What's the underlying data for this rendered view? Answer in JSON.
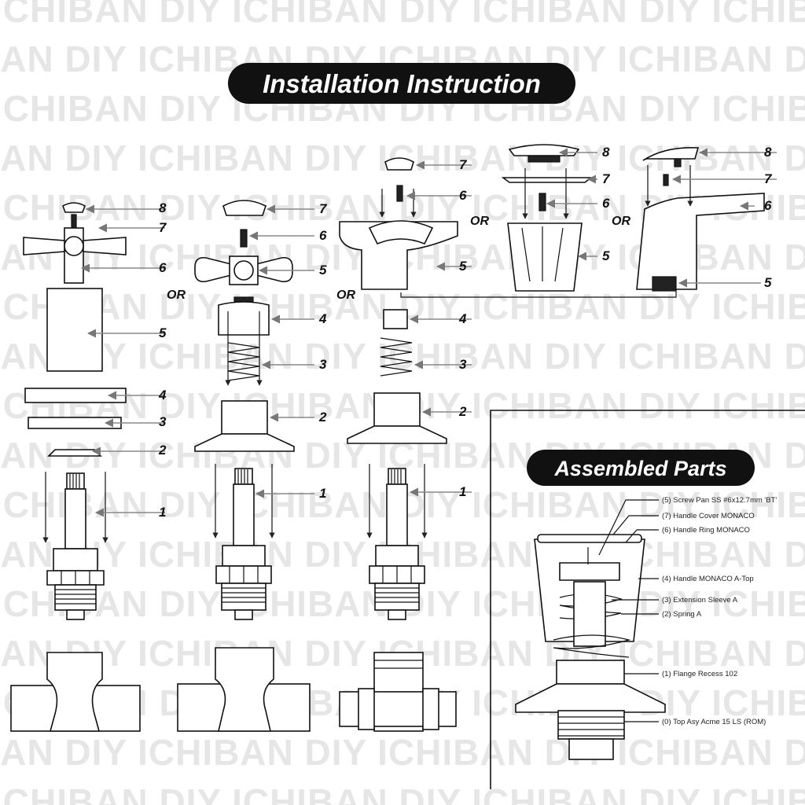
{
  "watermark": "ICHIBAN DIY",
  "header": {
    "title": "Installation Instruction"
  },
  "assembled": {
    "title": "Assembled Parts",
    "labels": [
      "(5)  Screw Pan SS #6x12.7mm 'BT'",
      "(7)  Handle Cover MONACO",
      "(6)  Handle Ring MONACO",
      "(4)  Handle MONACO A-Top",
      "(3)  Extension Sleeve A",
      "(2)  Spring A",
      "(1)  Flange Recess 102",
      "(0)  Top Asy Acme 15 LS (ROM)"
    ]
  },
  "or_label": "OR",
  "column1": {
    "callouts": [
      "8",
      "7",
      "6",
      "5",
      "4",
      "3",
      "2",
      "1"
    ]
  },
  "column2": {
    "callouts": [
      "7",
      "6",
      "5",
      "4",
      "3",
      "2",
      "1"
    ]
  },
  "column3": {
    "callouts": [
      "7",
      "6",
      "5",
      "4",
      "3",
      "2",
      "1"
    ]
  },
  "column4": {
    "callouts": [
      "8",
      "7",
      "6",
      "5"
    ]
  },
  "column5": {
    "callouts": [
      "8",
      "7",
      "6",
      "5"
    ]
  },
  "colors": {
    "pill": "#111111",
    "watermark": "#e6e6e6",
    "leader": "#888888",
    "ink": "#111111"
  }
}
